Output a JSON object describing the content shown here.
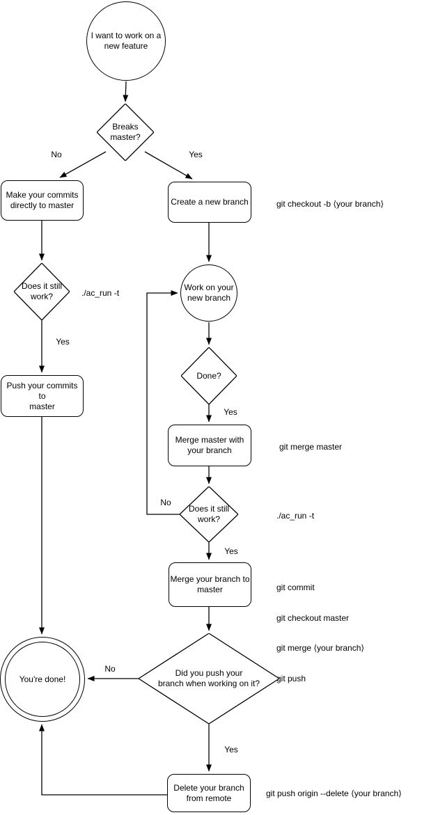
{
  "nodes": {
    "start": {
      "label": "I want to work on a\nnew feature"
    },
    "breaks_master": {
      "label": "Breaks\nmaster?"
    },
    "commits_to_master": {
      "label": "Make your commits\ndirectly to master"
    },
    "still_work_left": {
      "label": "Does it still\nwork?"
    },
    "push_commits": {
      "label": "Push your commits to\nmaster"
    },
    "create_branch": {
      "label": "Create a new branch"
    },
    "work_on_branch": {
      "label": "Work on your\nnew branch"
    },
    "done": {
      "label": "Done?"
    },
    "merge_master_with_branch": {
      "label": "Merge master with\nyour branch"
    },
    "still_work_right": {
      "label": "Does it still\nwork?"
    },
    "merge_branch_to_master": {
      "label": "Merge your branch to\nmaster"
    },
    "did_you_push": {
      "label": "Did you push your\nbranch when working on it?"
    },
    "youre_done": {
      "label": "You're done!"
    },
    "delete_remote_branch": {
      "label": "Delete your branch\nfrom remote"
    }
  },
  "edge_labels": {
    "breaks_no": "No",
    "breaks_yes": "Yes",
    "still_work_left_yes": "Yes",
    "done_yes": "Yes",
    "still_work_right_no": "No",
    "still_work_right_yes": "Yes",
    "did_push_no": "No",
    "did_push_yes": "Yes"
  },
  "annotations": {
    "checkout_branch": "git checkout -b ⟨your branch⟩",
    "ac_run_left": "./ac_run -t",
    "merge_master": "git merge master",
    "ac_run_right": "./ac_run -t",
    "merge_commands": [
      "git commit",
      "git checkout master",
      "git merge ⟨your branch⟩",
      "git push"
    ],
    "push_delete": "git push origin --delete ⟨your branch⟩"
  },
  "colors": {
    "stroke": "#000000",
    "background": "#ffffff",
    "text": "#000000"
  }
}
